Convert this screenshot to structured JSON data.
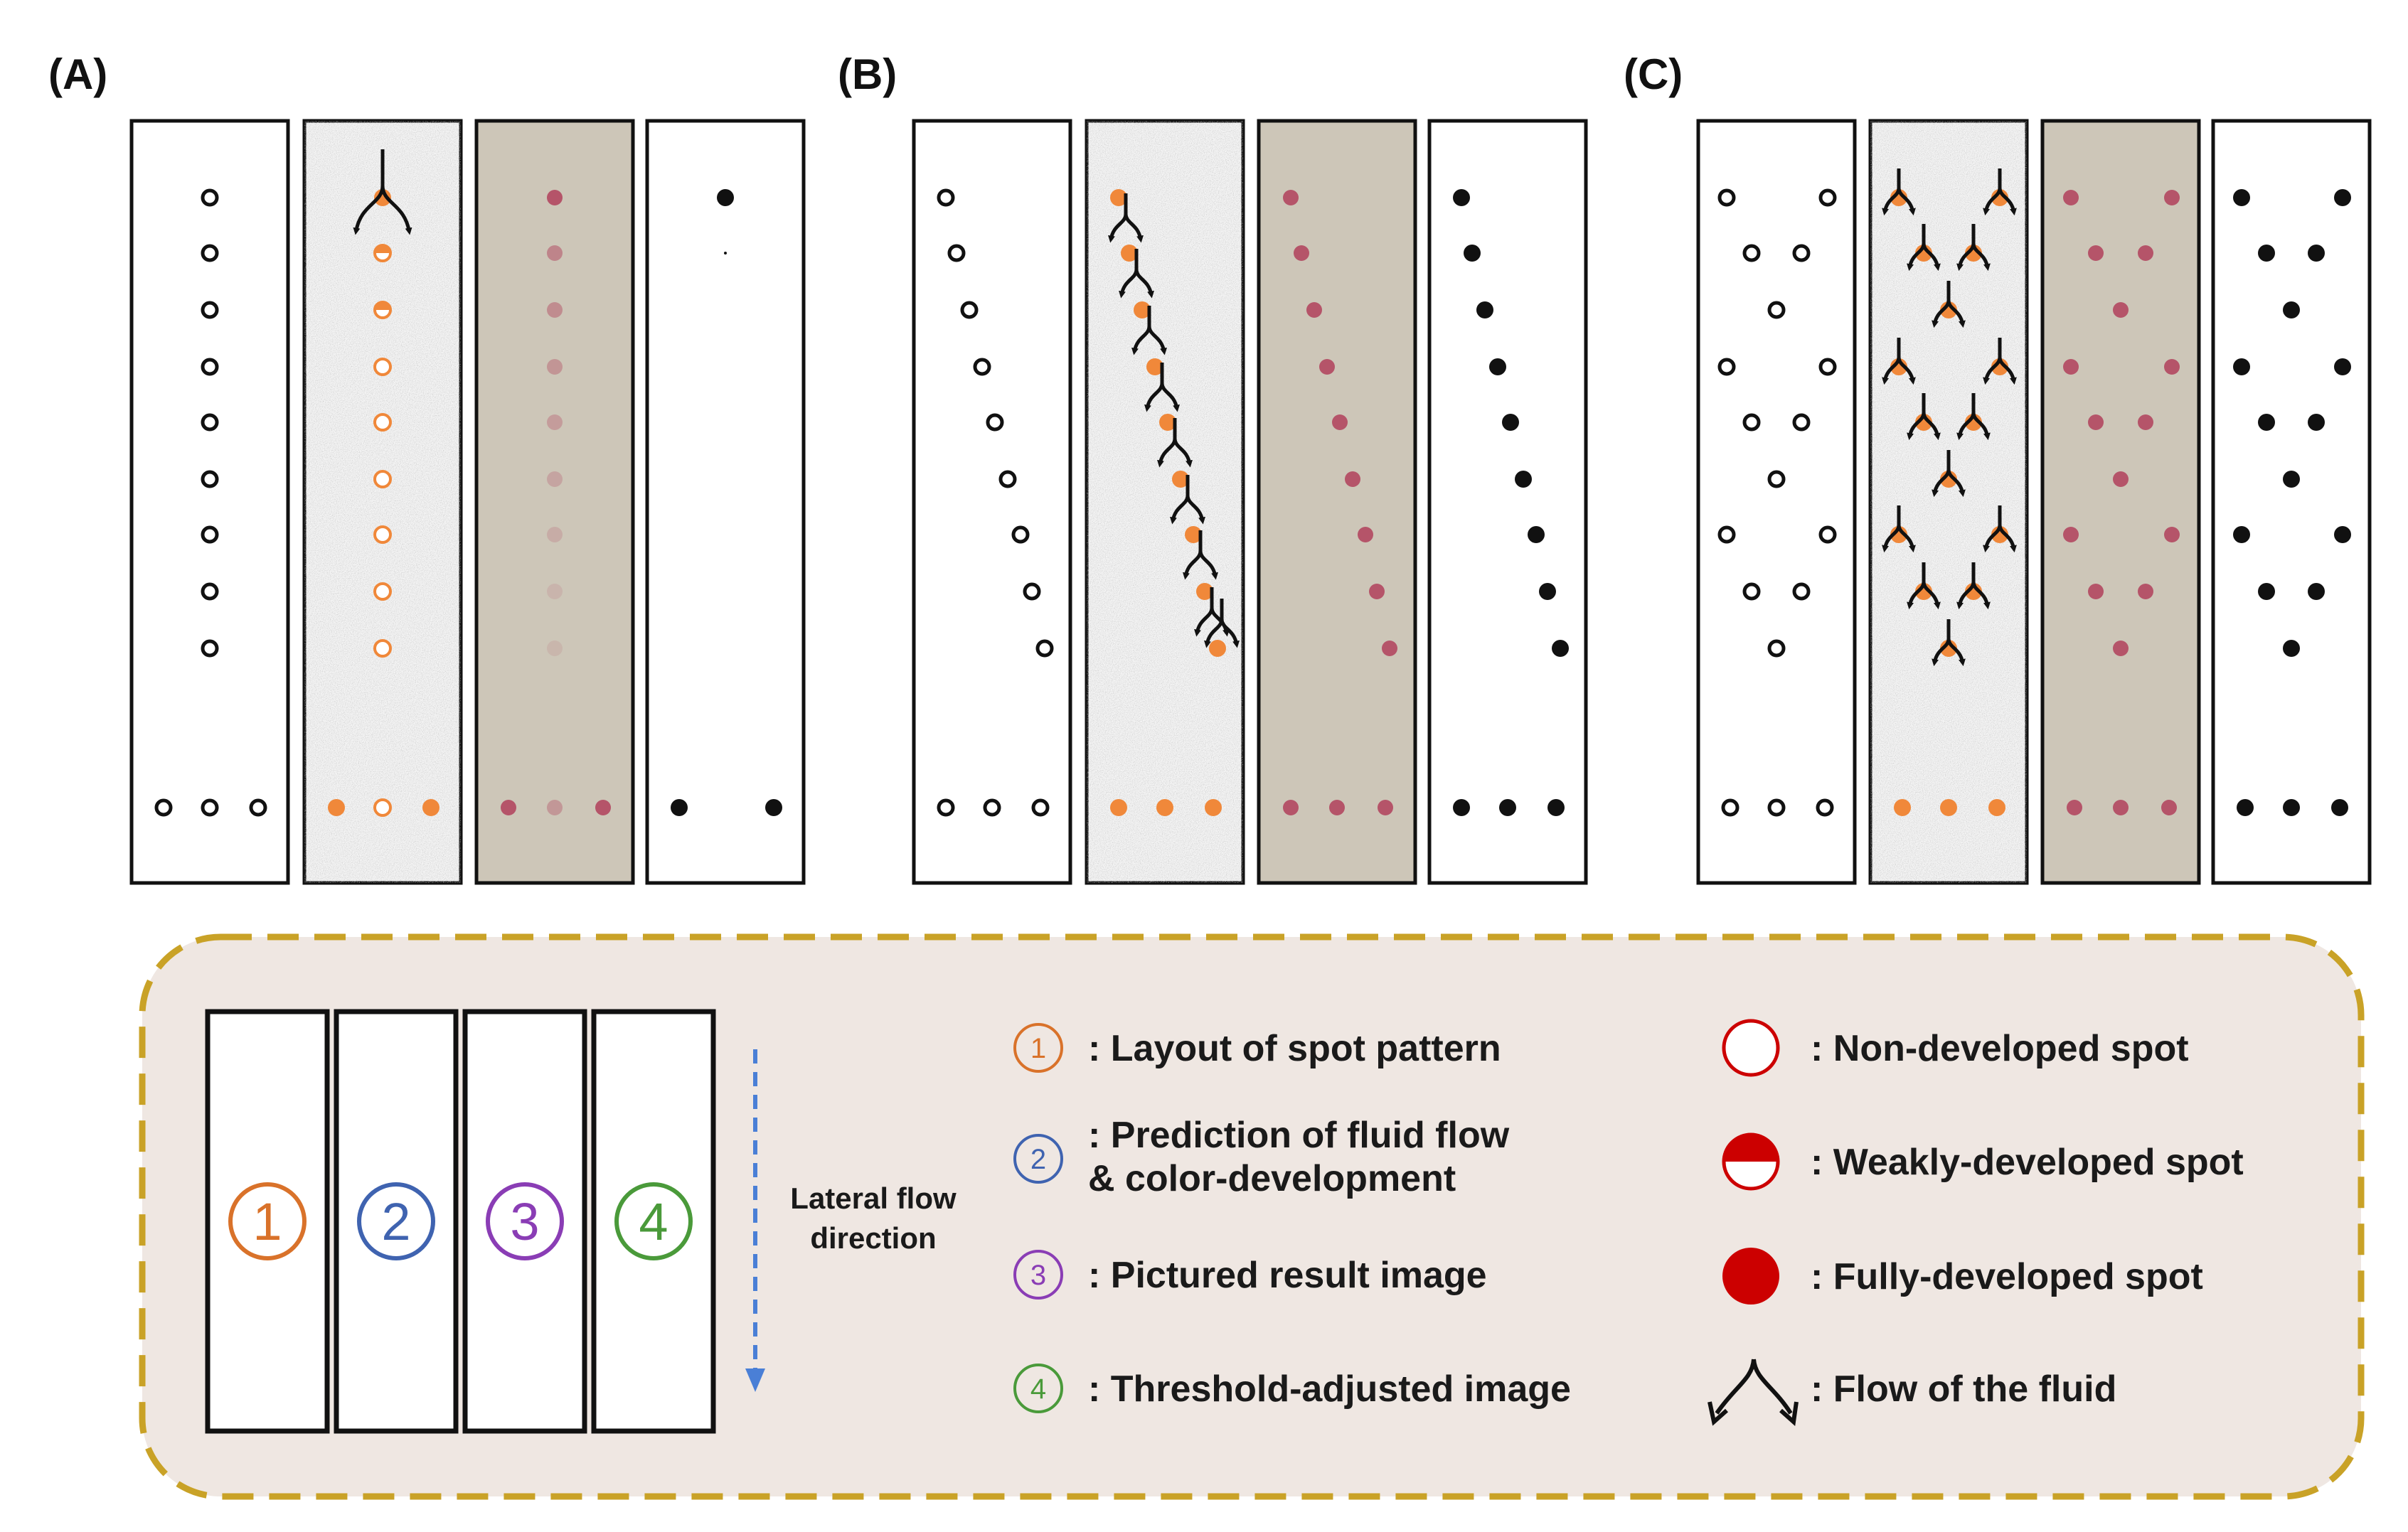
{
  "panels": [
    {
      "id": "A",
      "label": "(A)"
    },
    {
      "id": "B",
      "label": "(B)"
    },
    {
      "id": "C",
      "label": "(C)"
    }
  ],
  "legend": {
    "strip_numbers": [
      "1",
      "2",
      "3",
      "4"
    ],
    "direction_label_line1": "Lateral flow",
    "direction_label_line2": "direction",
    "strip_items": [
      {
        "number": "1",
        "text": ": Layout of spot pattern",
        "color": "#d9722a"
      },
      {
        "number": "2",
        "text_line1": ": Prediction of fluid flow",
        "text_line2": "& color-development",
        "color": "#3f63b0"
      },
      {
        "number": "3",
        "text": ": Pictured result image",
        "color": "#8a3db5"
      },
      {
        "number": "4",
        "text": ": Threshold-adjusted image",
        "color": "#4a9a3a"
      }
    ],
    "spot_items": [
      {
        "icon": "non-developed-spot-icon",
        "text": ": Non-developed spot"
      },
      {
        "icon": "weakly-developed-spot-icon",
        "text": ": Weakly-developed spot"
      },
      {
        "icon": "fully-developed-spot-icon",
        "text": ": Fully-developed spot"
      },
      {
        "icon": "fluid-flow-icon",
        "text": ": Flow of the fluid"
      }
    ]
  },
  "colors": {
    "spot_orange": "#f0883a",
    "spot_red": "#cc0000",
    "photo_bg": "#cdc6b8",
    "photo_spot": "#b0405a",
    "legend_bg": "#efe7e2",
    "legend_border": "#c9a227",
    "arrow_blue": "#4a7fd6"
  }
}
